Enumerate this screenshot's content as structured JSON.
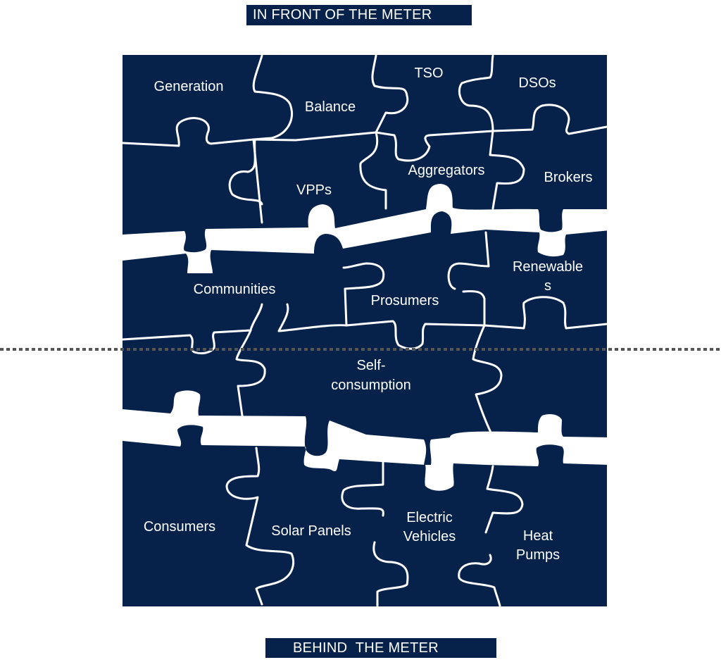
{
  "header": {
    "label": "IN FRONT OF THE METER"
  },
  "footer": {
    "label": "BEHIND  THE METER"
  },
  "divider": {
    "meaning": "meter boundary",
    "style": "dotted"
  },
  "colors": {
    "piece_fill": "#06224a",
    "seam": "#ffffff",
    "background": "#ffffff",
    "divider": "#555555"
  },
  "pieces": {
    "generation": "Generation",
    "balance": "Balance",
    "tso": "TSO",
    "dsos": "DSOs",
    "vpps": "VPPs",
    "aggregators": "Aggregators",
    "brokers": "Brokers",
    "communities": "Communities",
    "prosumers": "Prosumers",
    "renewables_line1": "Renewable",
    "renewables_line2": "s",
    "self_consumption_line1": "Self-",
    "self_consumption_line2": "consumption",
    "consumers": "Consumers",
    "solar_panels": "Solar Panels",
    "ev_line1": "Electric",
    "ev_line2": "Vehicles",
    "heat_pumps_line1": "Heat",
    "heat_pumps_line2": "Pumps"
  }
}
